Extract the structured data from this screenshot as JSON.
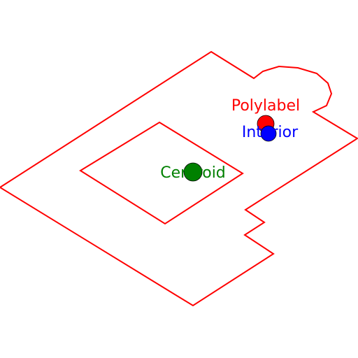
{
  "colors": {
    "background": "#ffffff",
    "polygon_stroke": "#ff0000",
    "polylabel": "#ff0000",
    "interior": "#0000ff",
    "centroid": "#008000",
    "marker_outline": "#000000"
  },
  "labels": {
    "polylabel": "Polylabel",
    "interior": "Interior",
    "centroid": "Centroid"
  }
}
